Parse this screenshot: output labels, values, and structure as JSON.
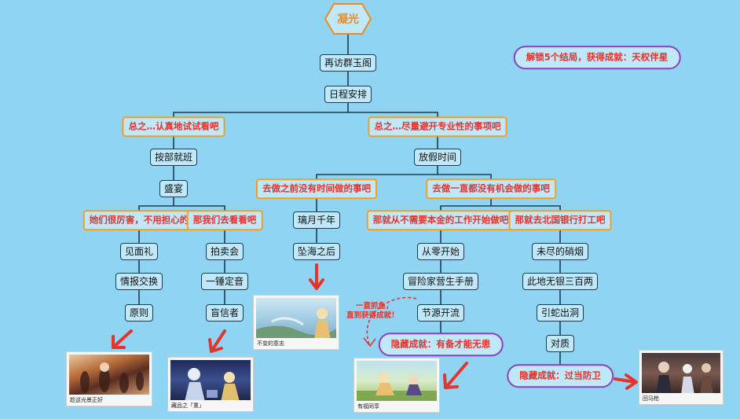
{
  "title": "凝光",
  "achievement": "解锁5个结局，获得成就：天权伴星",
  "nodes": {
    "revisit": "再访群玉阁",
    "schedule": "日程安排",
    "earnest": "总之…认真地试试看吧",
    "avoid": "总之…尽量避开专业性的事项吧",
    "bydept": "按部就班",
    "vacation": "放假时间",
    "feast": "盛宴",
    "notime": "去做之前没有时间做的事吧",
    "nochance": "去做一直都没有机会做的事吧",
    "theyare": "她们很厉害，不用担心的",
    "letslook": "那我们去看看吧",
    "glaze": "璃月千年",
    "nocapital": "那就从不需要本金的工作开始做吧",
    "northbank": "那就去北国银行打工吧",
    "meet": "见面礼",
    "auction": "拍卖会",
    "seafall": "坠海之后",
    "scratch": "从零开始",
    "smoke": "未尽的硝烟",
    "intel": "情报交换",
    "hammer": "一锤定音",
    "guide": "冒险家营生手册",
    "notherefund": "此地无银三百两",
    "principle": "原则",
    "blind": "盲信者",
    "openup": "节源开流",
    "lure": "引蛇出洞",
    "confront": "对质"
  },
  "hidden": {
    "left": "隐藏成就：有备才能无患",
    "right": "隐藏成就：过当防卫"
  },
  "note": [
    "一直抓鱼，",
    "直到获得成就！"
  ],
  "cards": {
    "c1": "趁这光景正好",
    "c2": "藏品之「重」",
    "c3": "不变的意志",
    "c4": "有福同享",
    "c5": "回马枪"
  },
  "colors": {
    "background": "#8fd5f3",
    "line": "#1d3b55",
    "choice_text": "#e8322a",
    "choice_border": "#f0a020",
    "pill_border": "#8b3fc6",
    "title": "#f08a1a",
    "arrow": "#e8322a"
  }
}
